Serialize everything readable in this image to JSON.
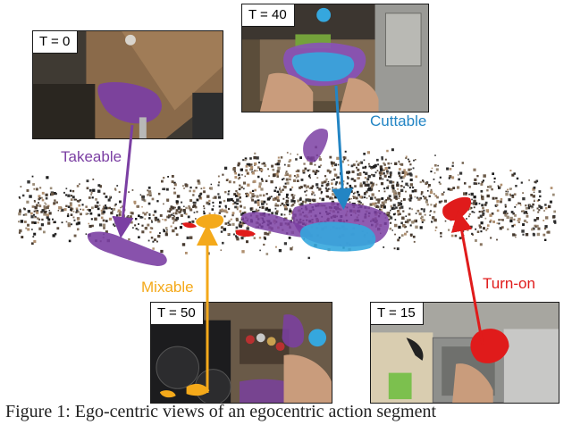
{
  "frames": {
    "t0": {
      "label": "T = 0"
    },
    "t40": {
      "label": "T = 40"
    },
    "t50": {
      "label": "T = 50"
    },
    "t15": {
      "label": "T = 15"
    }
  },
  "affordances": {
    "takeable": {
      "label": "Takeable",
      "color": "#7b3fa3"
    },
    "cuttable": {
      "label": "Cuttable",
      "color": "#2385c4"
    },
    "mixable": {
      "label": "Mixable",
      "color": "#f4a91a"
    },
    "turn_on": {
      "label": "Turn-on",
      "color": "#e01b1b"
    }
  },
  "caption": {
    "text": "Figure 1: Ego-centric views of an egocentric action segment"
  }
}
